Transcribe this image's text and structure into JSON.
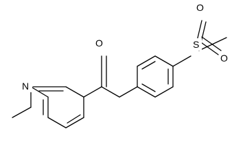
{
  "molecule": {
    "atoms": {
      "oxygen_carbonyl": "O",
      "nitrogen_pyridine": "N",
      "sulfur": "S",
      "oxygen_sulfonyl_top": "O",
      "oxygen_sulfonyl_bottom": "O"
    }
  }
}
